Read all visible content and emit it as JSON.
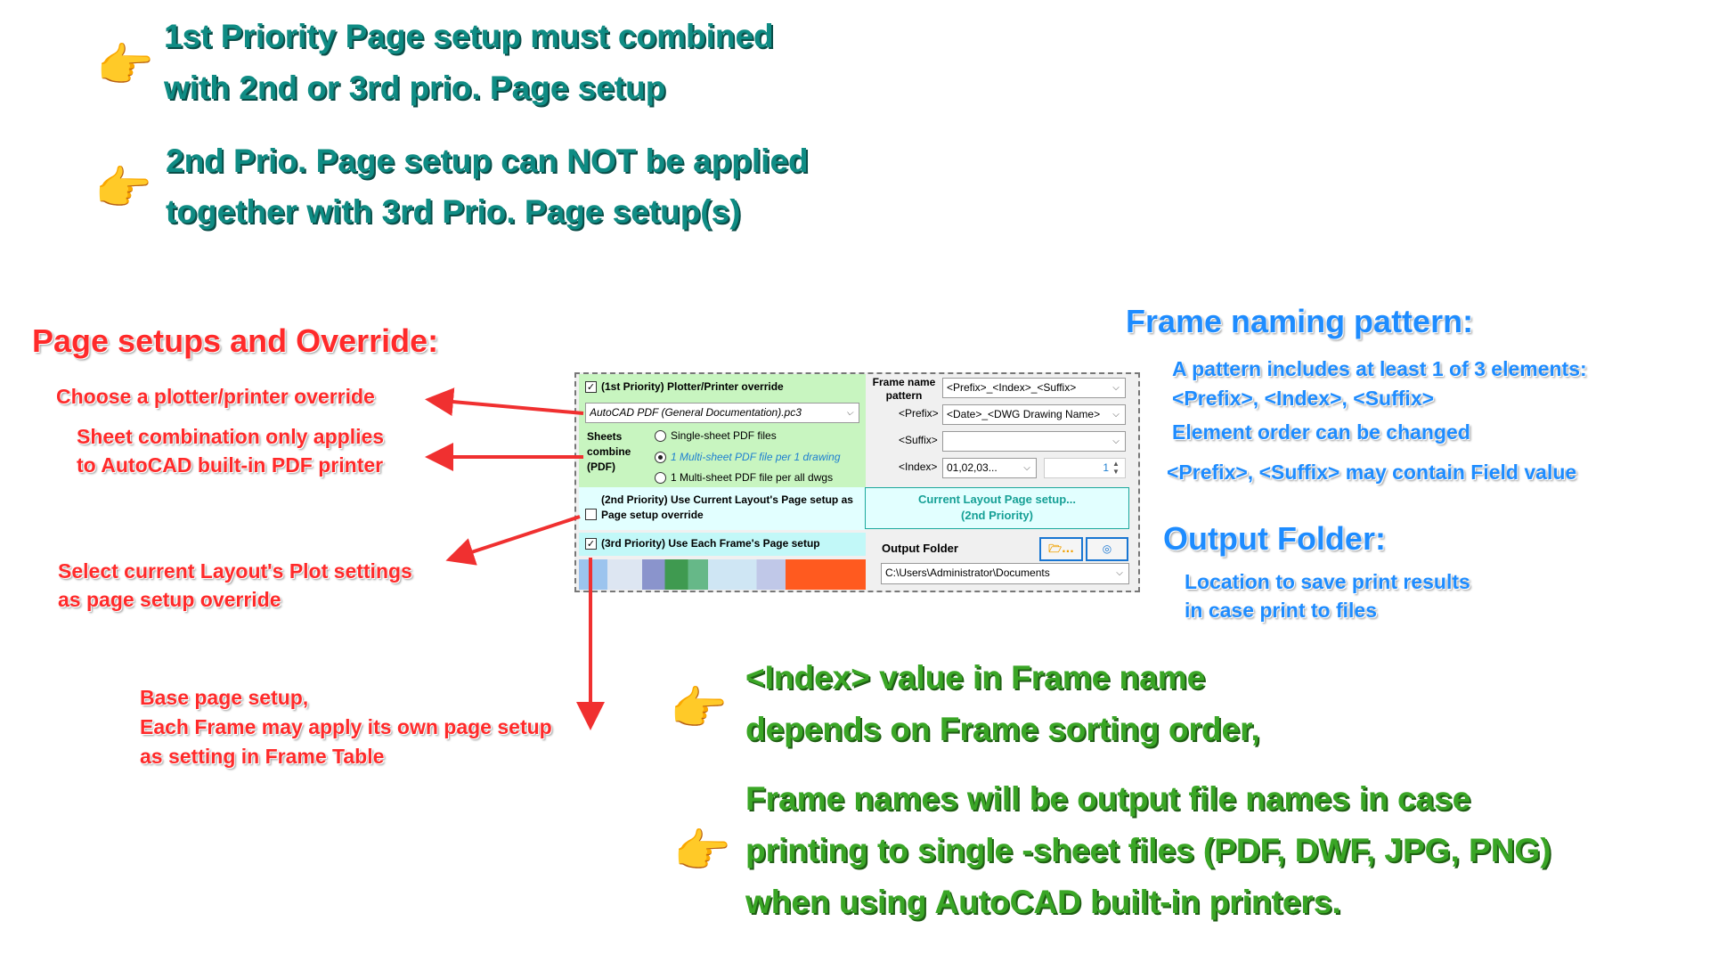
{
  "top_notes": {
    "note1": [
      "1st Priority Page setup must combined",
      "with 2nd or 3rd prio. Page setup"
    ],
    "note2": [
      "2nd Prio. Page setup can NOT be applied",
      "together with 3rd Prio. Page setup(s)"
    ]
  },
  "left_annotations": {
    "heading": "Page setups and Override:",
    "plotter": "Choose a plotter/printer override",
    "sheet": [
      "Sheet combination only applies",
      "to AutoCAD built-in PDF printer"
    ],
    "layout": [
      "Select current Layout's Plot settings",
      "as page setup override"
    ],
    "base": [
      "Base page setup,",
      "Each Frame may apply its own page setup",
      "as setting in Frame Table"
    ]
  },
  "right_annotations": {
    "naming_heading": "Frame naming pattern:",
    "naming": [
      "A pattern includes at least 1 of 3 elements:",
      "<Prefix>, <Index>, <Suffix>",
      "Element order can be changed",
      "<Prefix>, <Suffix> may contain Field value"
    ],
    "output_heading": "Output Folder:",
    "output": [
      "Location to save print results",
      "in case print to files"
    ]
  },
  "bottom_notes": {
    "note1": [
      "<Index> value in Frame name",
      "depends on Frame sorting order,"
    ],
    "note2": [
      "Frame names will be output file names in case",
      "printing to single -sheet files (PDF, DWF, JPG, PNG)",
      "when using AutoCAD built-in printers."
    ]
  },
  "panel": {
    "priority1_label": "(1st Priority) Plotter/Printer override",
    "priority1_checked": true,
    "plotter_value": "AutoCAD PDF (General Documentation).pc3",
    "sheets_label": "Sheets combine (PDF)",
    "radio_options": [
      "Single-sheet PDF files",
      "1 Multi-sheet PDF file per 1 drawing",
      "1 Multi-sheet PDF file per all dwgs"
    ],
    "radio_selected": 1,
    "priority2_label": "(2nd Priority)  Use Current Layout's Page setup as Page setup override",
    "priority2_checked": false,
    "priority3_label": "(3rd Priority)  Use Each Frame's Page setup",
    "priority3_checked": true,
    "frame_name_label": "Frame name pattern",
    "frame_name_value": "<Prefix>_<Index>_<Suffix>",
    "prefix_label": "<Prefix>",
    "prefix_value": "<Date>_<DWG Drawing Name>",
    "suffix_label": "<Suffix>",
    "suffix_value": "",
    "index_label": "<Index>",
    "index_value": "01,02,03...",
    "index_start": "1",
    "layout_button": [
      "Current Layout Page setup...",
      "(2nd Priority)"
    ],
    "output_label": "Output Folder",
    "browse_button": "...",
    "output_value": "C:\\Users\\Administrator\\Documents"
  },
  "colors": {
    "teal": "#0f8c84",
    "green": "#3aa626",
    "red": "#ff2a2a",
    "blue": "#1e8cff"
  }
}
